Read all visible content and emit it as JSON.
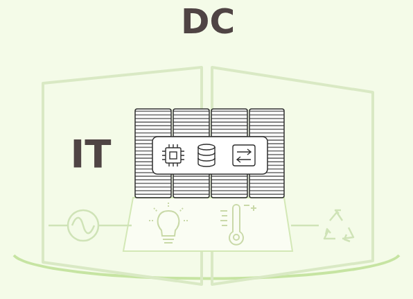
{
  "diagram": {
    "nodes": [
      {
        "text": [
          "DC"
        ]
      },
      {
        "text": [
          "IT"
        ],
        "in": 0
      }
    ]
  }
}
